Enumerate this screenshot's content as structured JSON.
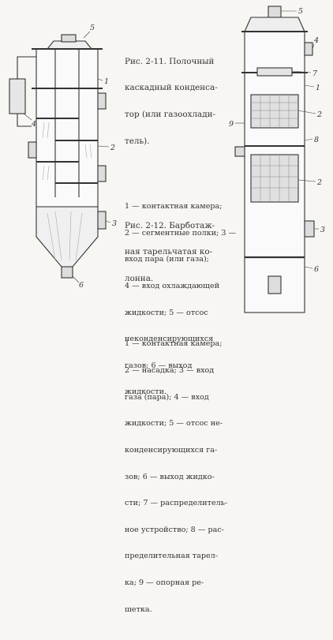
{
  "fig211": {
    "title_lines": [
      "Рис. 2-11. Полочный",
      "каскадный конденса-",
      "тор (или газоохлади-",
      "тель)."
    ],
    "legend_lines": [
      "1 — контактная камера;",
      "2 — сегментные полки; 3 —",
      "вход пара (или газа);",
      "4 — вход охлаждающей",
      "жидкости; 5 — отсос",
      "неконденсирующихся",
      "газов; 6 — выход",
      "жидкости."
    ],
    "labels": [
      "5",
      "1",
      "4",
      "2",
      "3",
      "6"
    ]
  },
  "fig212": {
    "title_lines": [
      "Рис. 2-12. Барботаж-",
      "ная тарельчатая ко-",
      "лонна."
    ],
    "legend_lines": [
      "1 — контактная камера;",
      "2 — насадка; 3 — вход",
      "газа (пара); 4 — вход",
      "жидкости; 5 — отсос не-",
      "конденсирующихся га-",
      "зов; 6 — выход жидко-",
      "сти; 7 — распределитель-",
      "ное устройство; 8 — рас-",
      "пределительная тарел-",
      "ка; 9 — опорная ре-",
      "шетка."
    ],
    "labels": [
      "5",
      "4",
      "7",
      "1",
      "2",
      "9",
      "8",
      "2",
      "3",
      "6"
    ]
  }
}
